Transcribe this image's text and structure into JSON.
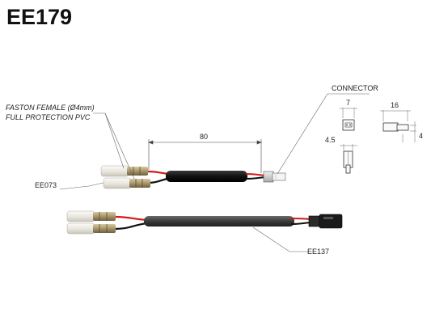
{
  "title": "EE179",
  "labels": {
    "connector": "CONNECTOR",
    "faston_line1": "FASTON FEMALE (Ø4mm)",
    "faston_line2": "FULL PROTECTION PVC",
    "ee073": "EE073",
    "ee137": "EE137"
  },
  "dimensions": {
    "length": "80",
    "front_width": "7",
    "front_height": "4.5",
    "side_length": "16",
    "side_height": "4"
  },
  "colors": {
    "wire_red": "#d21a1a",
    "wire_black": "#111111",
    "sleeve": "#1a1a1a",
    "sleeve_grey": "#4a4a4a",
    "terminal": "#e6e3db"
  }
}
